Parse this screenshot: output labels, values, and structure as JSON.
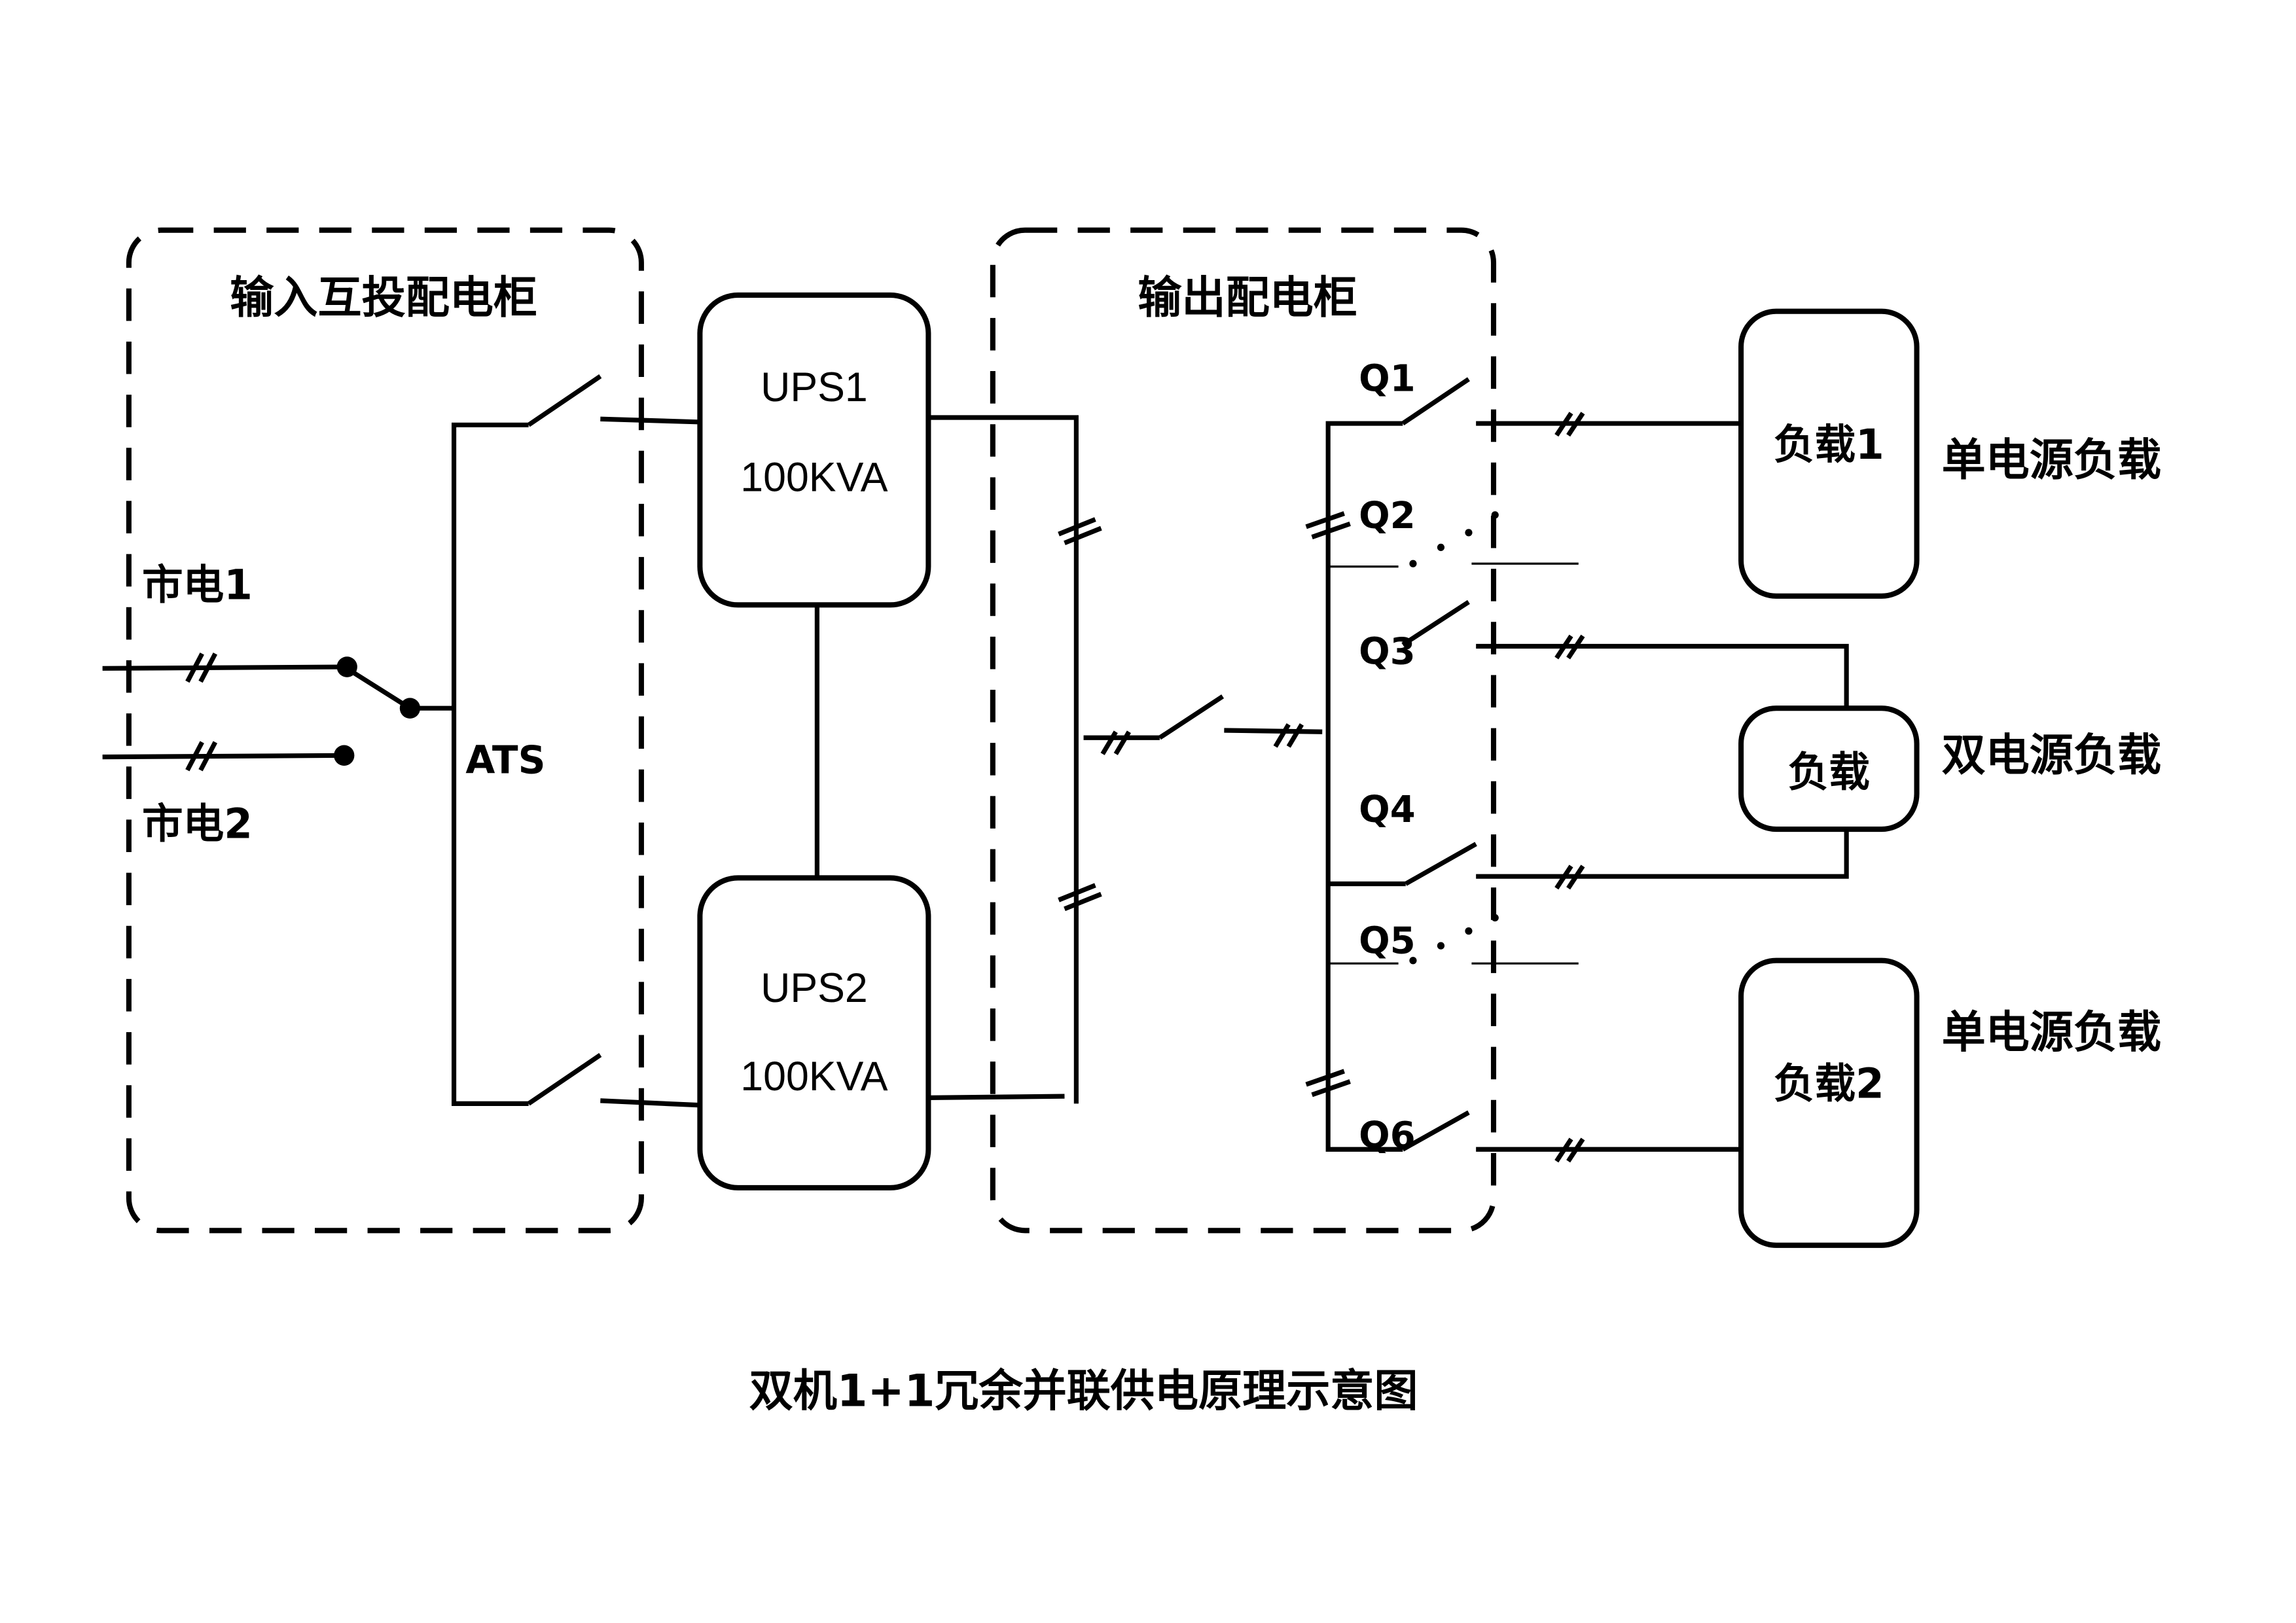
{
  "title": "双机1+1冗余并联供电原理示意图",
  "cabinets": {
    "input": "输入互投配电柜",
    "output": "输出配电柜"
  },
  "sources": {
    "mains1": "市电1",
    "mains2": "市电2",
    "ats": "ATS"
  },
  "ups": [
    {
      "name": "UPS1",
      "rating": "100KVA"
    },
    {
      "name": "UPS2",
      "rating": "100KVA"
    }
  ],
  "breakers": [
    "Q1",
    "Q2",
    "Q3",
    "Q4",
    "Q5",
    "Q6"
  ],
  "loads": [
    {
      "label": "负载1",
      "type": "单电源负载"
    },
    {
      "label": "负载",
      "type": "双电源负载"
    },
    {
      "label": "负载2",
      "type": "单电源负载"
    }
  ],
  "colors": {
    "line": "#000000",
    "background": "#ffffff"
  }
}
